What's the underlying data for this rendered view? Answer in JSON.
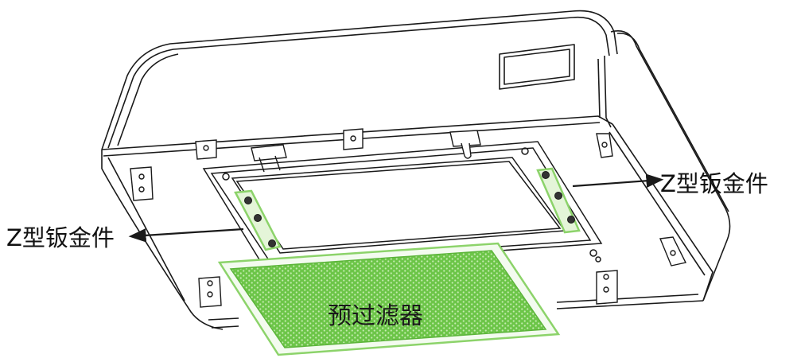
{
  "labels": {
    "right_bracket": "Z型钣金件",
    "left_bracket": "Z型钣金件",
    "filter": "预过滤器"
  },
  "colors": {
    "line": "#1a1a1a",
    "highlight_green": "#8cd36a",
    "mesh_fill": "#7fcf5a",
    "mesh_dot": "#a8e08a"
  }
}
